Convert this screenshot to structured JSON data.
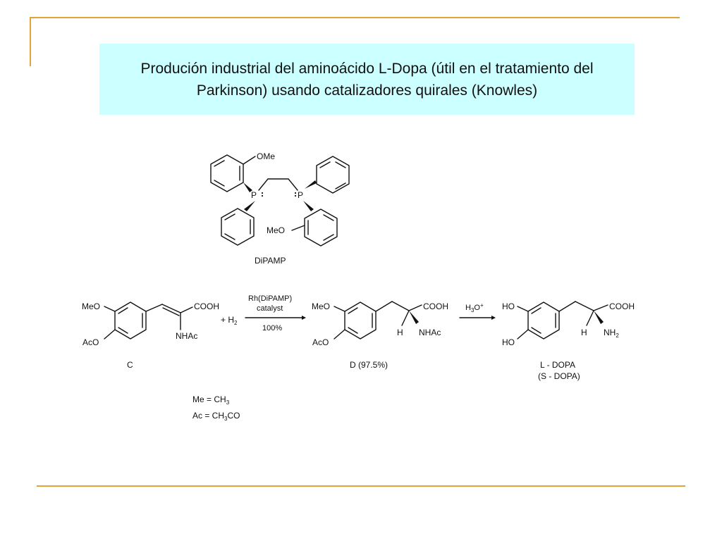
{
  "slide": {
    "title": "Produción industrial del aminoácido L-Dopa (útil en el tratamiento del Parkinson) usando catalizadores quirales (Knowles)",
    "accent_color": "#e2a43a",
    "title_background": "#ccffff"
  },
  "dipamp": {
    "ome_top": "OMe",
    "p_left": "P",
    "p_right": "P",
    "meo_bottom": "MeO",
    "name": "DiPAMP"
  },
  "reaction": {
    "compound_c": {
      "meo": "MeO",
      "aco": "AcO",
      "cooh": "COOH",
      "nhac": "NHAc",
      "label": "C"
    },
    "plus_h2": "+ H",
    "h2_sub": "2",
    "arrow1": {
      "above_line1": "Rh(DiPAMP)",
      "above_line2": "catalyst",
      "below": "100%"
    },
    "compound_d": {
      "meo": "MeO",
      "aco": "AcO",
      "cooh": "COOH",
      "h": "H",
      "nhac": "NHAc",
      "label": "D (97.5%)"
    },
    "arrow2": {
      "reagent": "H",
      "reagent_sub": "3",
      "reagent_o": "O",
      "reagent_sup": "+"
    },
    "l_dopa": {
      "ho_top": "HO",
      "ho_bottom": "HO",
      "cooh": "COOH",
      "h": "H",
      "nh": "NH",
      "nh_sub": "2",
      "label1": "L - DOPA",
      "label2": "(S - DOPA)"
    }
  },
  "legend": {
    "me": "Me = CH",
    "me_sub": "3",
    "ac": "Ac = CH",
    "ac_sub": "3",
    "ac_tail": "CO"
  }
}
